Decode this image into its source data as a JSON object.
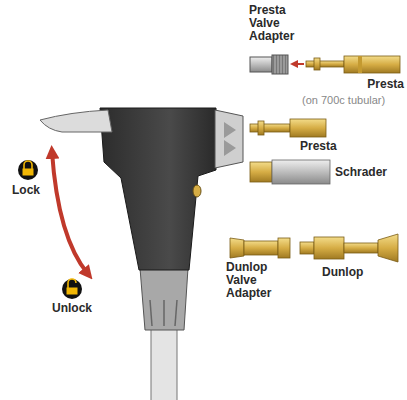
{
  "diagram": {
    "labels": [
      "Presta Valve Adapter",
      "Presta",
      "(on 700c tubular)",
      "Presta",
      "Schrader",
      "Dunlop Valve Adapter",
      "Dunlop",
      "Lock",
      "Unlock"
    ]
  }
}
